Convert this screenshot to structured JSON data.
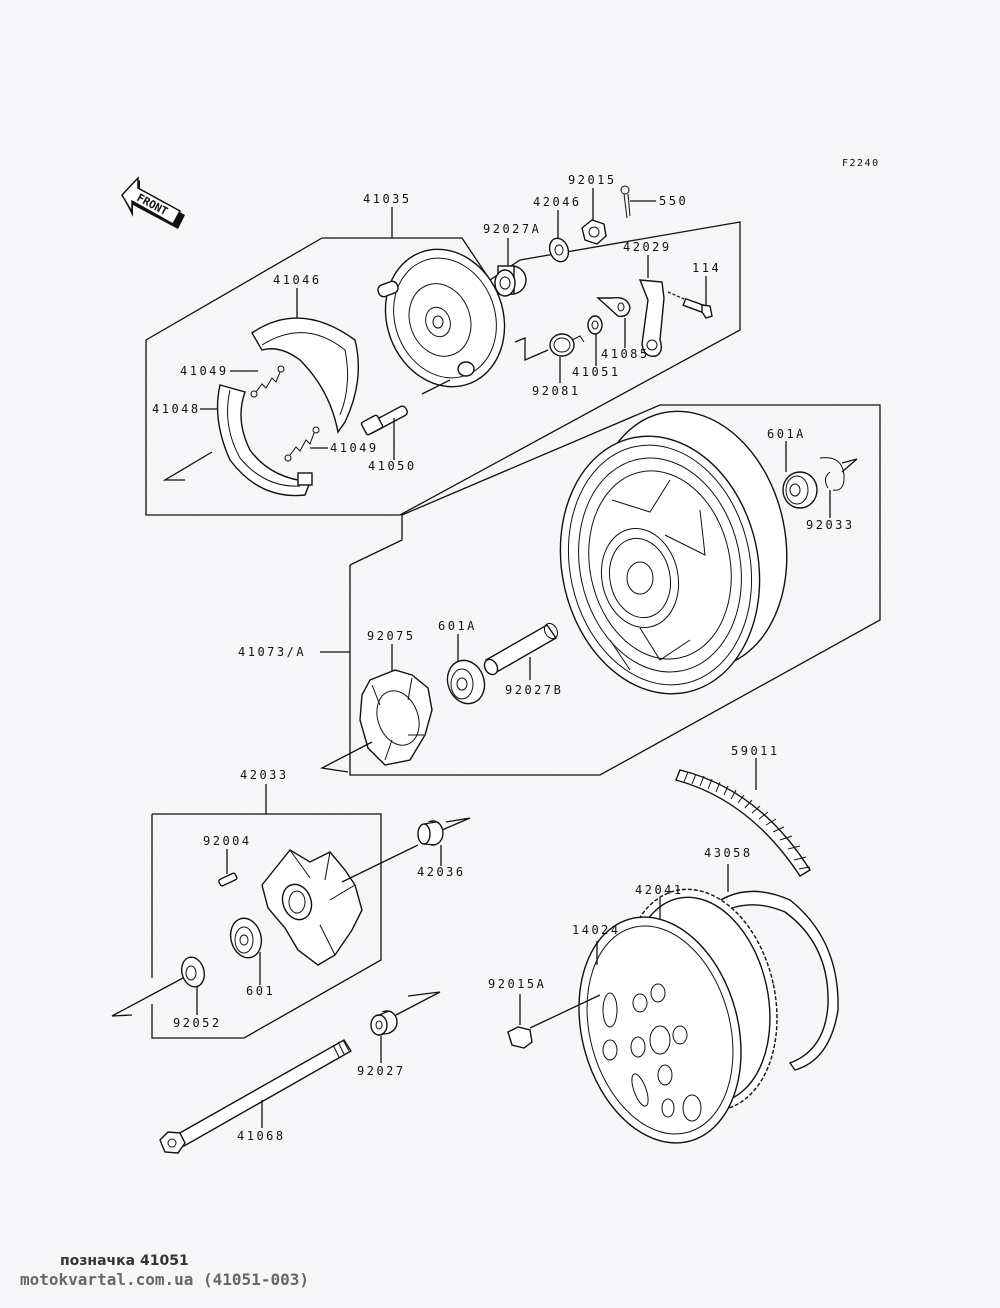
{
  "diagram": {
    "code": "F2240",
    "front_label": "FRONT",
    "parts": {
      "p41035": "41035",
      "p41046": "41046",
      "p41049a": "41049",
      "p41049b": "41049",
      "p41048": "41048",
      "p41050": "41050",
      "p92027A": "92027A",
      "p42046": "42046",
      "p92015": "92015",
      "p550": "550",
      "p42029": "42029",
      "p114": "114",
      "p41085": "41085",
      "p41051": "41051",
      "p92081": "92081",
      "p601A_top": "601A",
      "p92033": "92033",
      "p41073A": "41073/A",
      "p92075": "92075",
      "p601A_mid": "601A",
      "p92027B": "92027B",
      "p42033": "42033",
      "p92004": "92004",
      "p42036": "42036",
      "p601": "601",
      "p92052": "92052",
      "p59011": "59011",
      "p43058": "43058",
      "p42041": "42041",
      "p14024": "14024",
      "p92015A": "92015A",
      "p92027": "92027",
      "p41068": "41068"
    }
  },
  "footer": {
    "designation": "позначка 41051",
    "source": "motokvartal.com.ua (41051-003)"
  }
}
